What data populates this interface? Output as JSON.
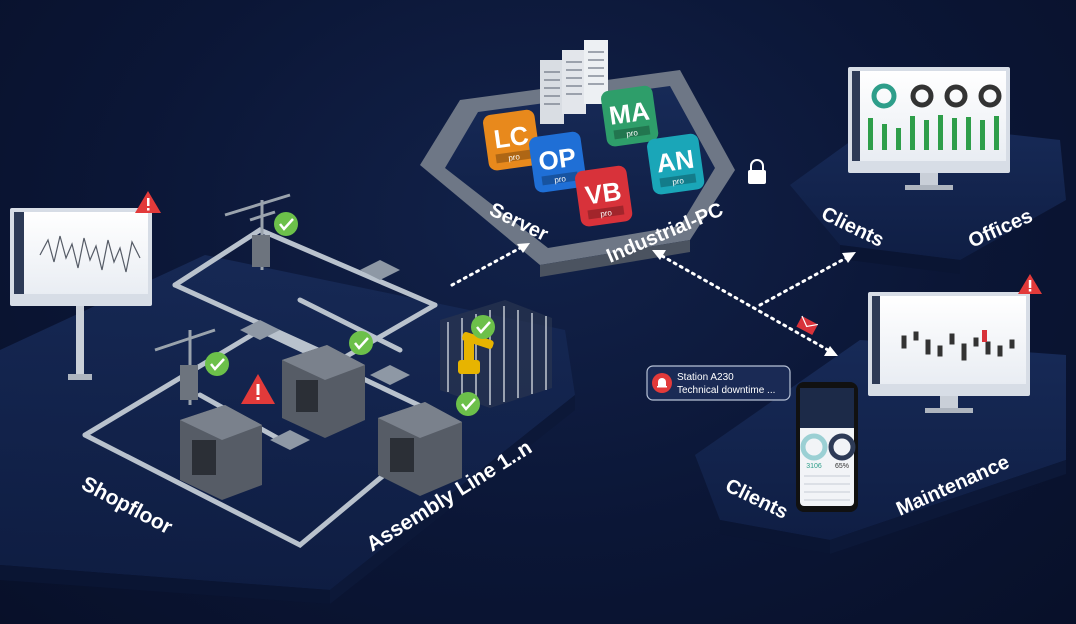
{
  "regions": {
    "shopfloor": "Shopfloor",
    "assembly_line": "Assembly Line 1..n",
    "server": "Server",
    "industrial_pc": "Industrial-PC",
    "clients_offices": "Clients",
    "offices": "Offices",
    "clients_maintenance": "Clients",
    "maintenance": "Maintenance"
  },
  "modules": [
    {
      "code": "LC",
      "sub": "pro",
      "color": "#e8891c"
    },
    {
      "code": "OP",
      "sub": "pro",
      "color": "#1f6fd6"
    },
    {
      "code": "MA",
      "sub": "pro",
      "color": "#2e9e6a"
    },
    {
      "code": "VB",
      "sub": "pro",
      "color": "#d8323a"
    },
    {
      "code": "AN",
      "sub": "pro",
      "color": "#1aa6b8"
    }
  ],
  "notification": {
    "line1": "Station A230",
    "line2": "Technical downtime ..."
  },
  "phone": {
    "value_left": "3106",
    "value_right": "65%"
  },
  "colors": {
    "platform": "#15244d",
    "check": "#6cc04a",
    "warning": "#e23a3a",
    "arrow": "#ffffff"
  }
}
